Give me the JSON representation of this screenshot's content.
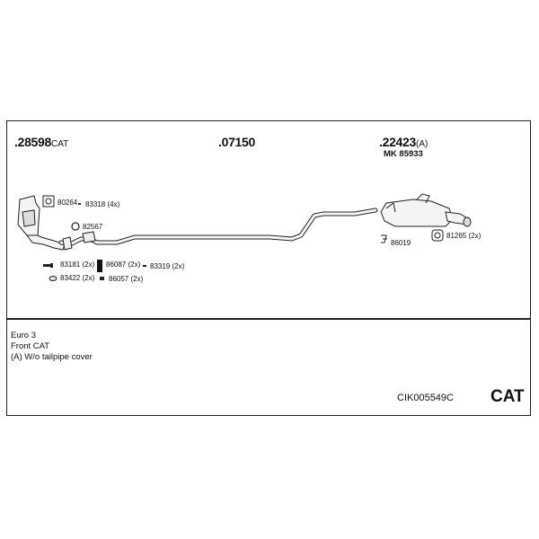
{
  "header_parts": [
    {
      "number": ".28598",
      "suffix": "CAT"
    },
    {
      "number": ".07150",
      "suffix": ""
    },
    {
      "number": ".22423",
      "suffix": "(A)"
    }
  ],
  "header_sub": "MK 85933",
  "components": [
    {
      "label": "80264"
    },
    {
      "label": "83318 (4x)"
    },
    {
      "label": "82567"
    },
    {
      "label": "83181 (2x)"
    },
    {
      "label": "86087 (2x)"
    },
    {
      "label": "83319 (2x)"
    },
    {
      "label": "83422 (2x)"
    },
    {
      "label": "86057 (2x)"
    },
    {
      "label": "86019"
    },
    {
      "label": "81265 (2x)"
    }
  ],
  "notes": [
    "Euro 3",
    "Front CAT",
    "(A) W/o tailpipe cover"
  ],
  "kit_code": "CIK005549C",
  "kit_category": "CAT"
}
